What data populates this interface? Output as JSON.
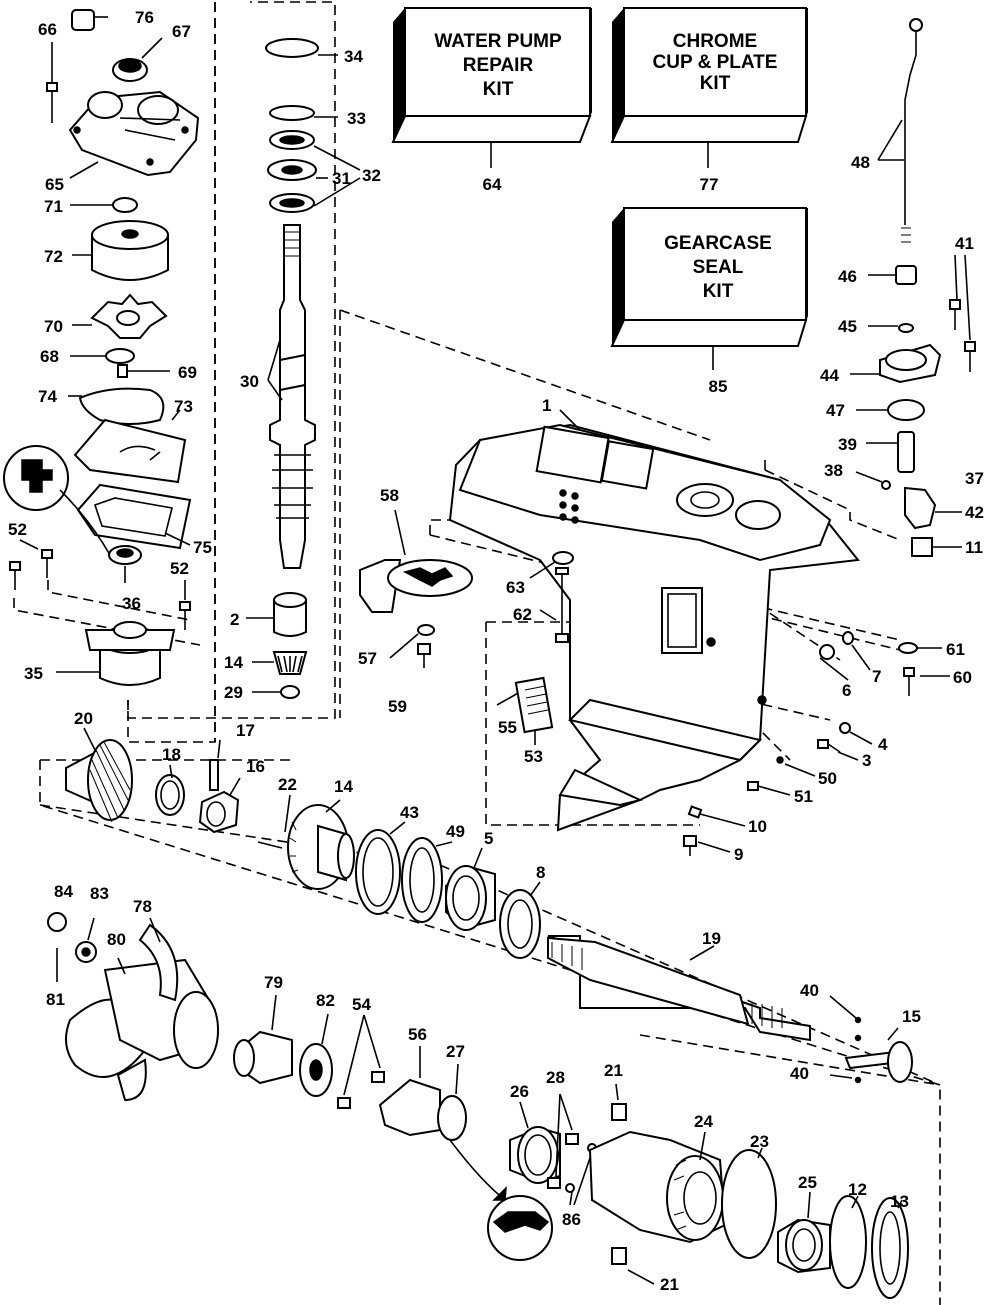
{
  "kits": [
    {
      "id": "water-pump-repair-kit",
      "lines": [
        "WATER PUMP",
        "REPAIR",
        "KIT"
      ],
      "number": "64"
    },
    {
      "id": "chrome-cup-plate-kit",
      "lines": [
        "CHROME",
        "CUP & PLATE",
        "KIT"
      ],
      "number": "77"
    },
    {
      "id": "gearcase-seal-kit",
      "lines": [
        "GEARCASE",
        "SEAL",
        "KIT"
      ],
      "number": "85"
    }
  ],
  "callouts": {
    "n1": "1",
    "n2": "2",
    "n3": "3",
    "n4": "4",
    "n5": "5",
    "n6": "6",
    "n7": "7",
    "n8": "8",
    "n9": "9",
    "n10": "10",
    "n11": "11",
    "n12": "12",
    "n13": "13",
    "n14a": "14",
    "n14b": "14",
    "n15": "15",
    "n16": "16",
    "n17": "17",
    "n18": "18",
    "n19": "19",
    "n20": "20",
    "n21a": "21",
    "n21b": "21",
    "n22": "22",
    "n23": "23",
    "n24": "24",
    "n25": "25",
    "n26": "26",
    "n27": "27",
    "n28": "28",
    "n29": "29",
    "n30": "30",
    "n31": "31",
    "n32": "32",
    "n33": "33",
    "n34": "34",
    "n35": "35",
    "n36": "36",
    "n37": "37",
    "n38": "38",
    "n39": "39",
    "n40a": "40",
    "n40b": "40",
    "n41": "41",
    "n42": "42",
    "n43": "43",
    "n44": "44",
    "n45": "45",
    "n46": "46",
    "n47": "47",
    "n48": "48",
    "n49": "49",
    "n50": "50",
    "n51": "51",
    "n52a": "52",
    "n52b": "52",
    "n53": "53",
    "n54": "54",
    "n55": "55",
    "n56": "56",
    "n57": "57",
    "n58": "58",
    "n59": "59",
    "n60": "60",
    "n61": "61",
    "n62": "62",
    "n63": "63",
    "n65": "65",
    "n66": "66",
    "n67": "67",
    "n68": "68",
    "n69": "69",
    "n70": "70",
    "n71": "71",
    "n72": "72",
    "n73": "73",
    "n74": "74",
    "n75": "75",
    "n76": "76",
    "n78": "78",
    "n79": "79",
    "n80": "80",
    "n81": "81",
    "n82": "82",
    "n83": "83",
    "n84": "84",
    "n86": "86"
  }
}
